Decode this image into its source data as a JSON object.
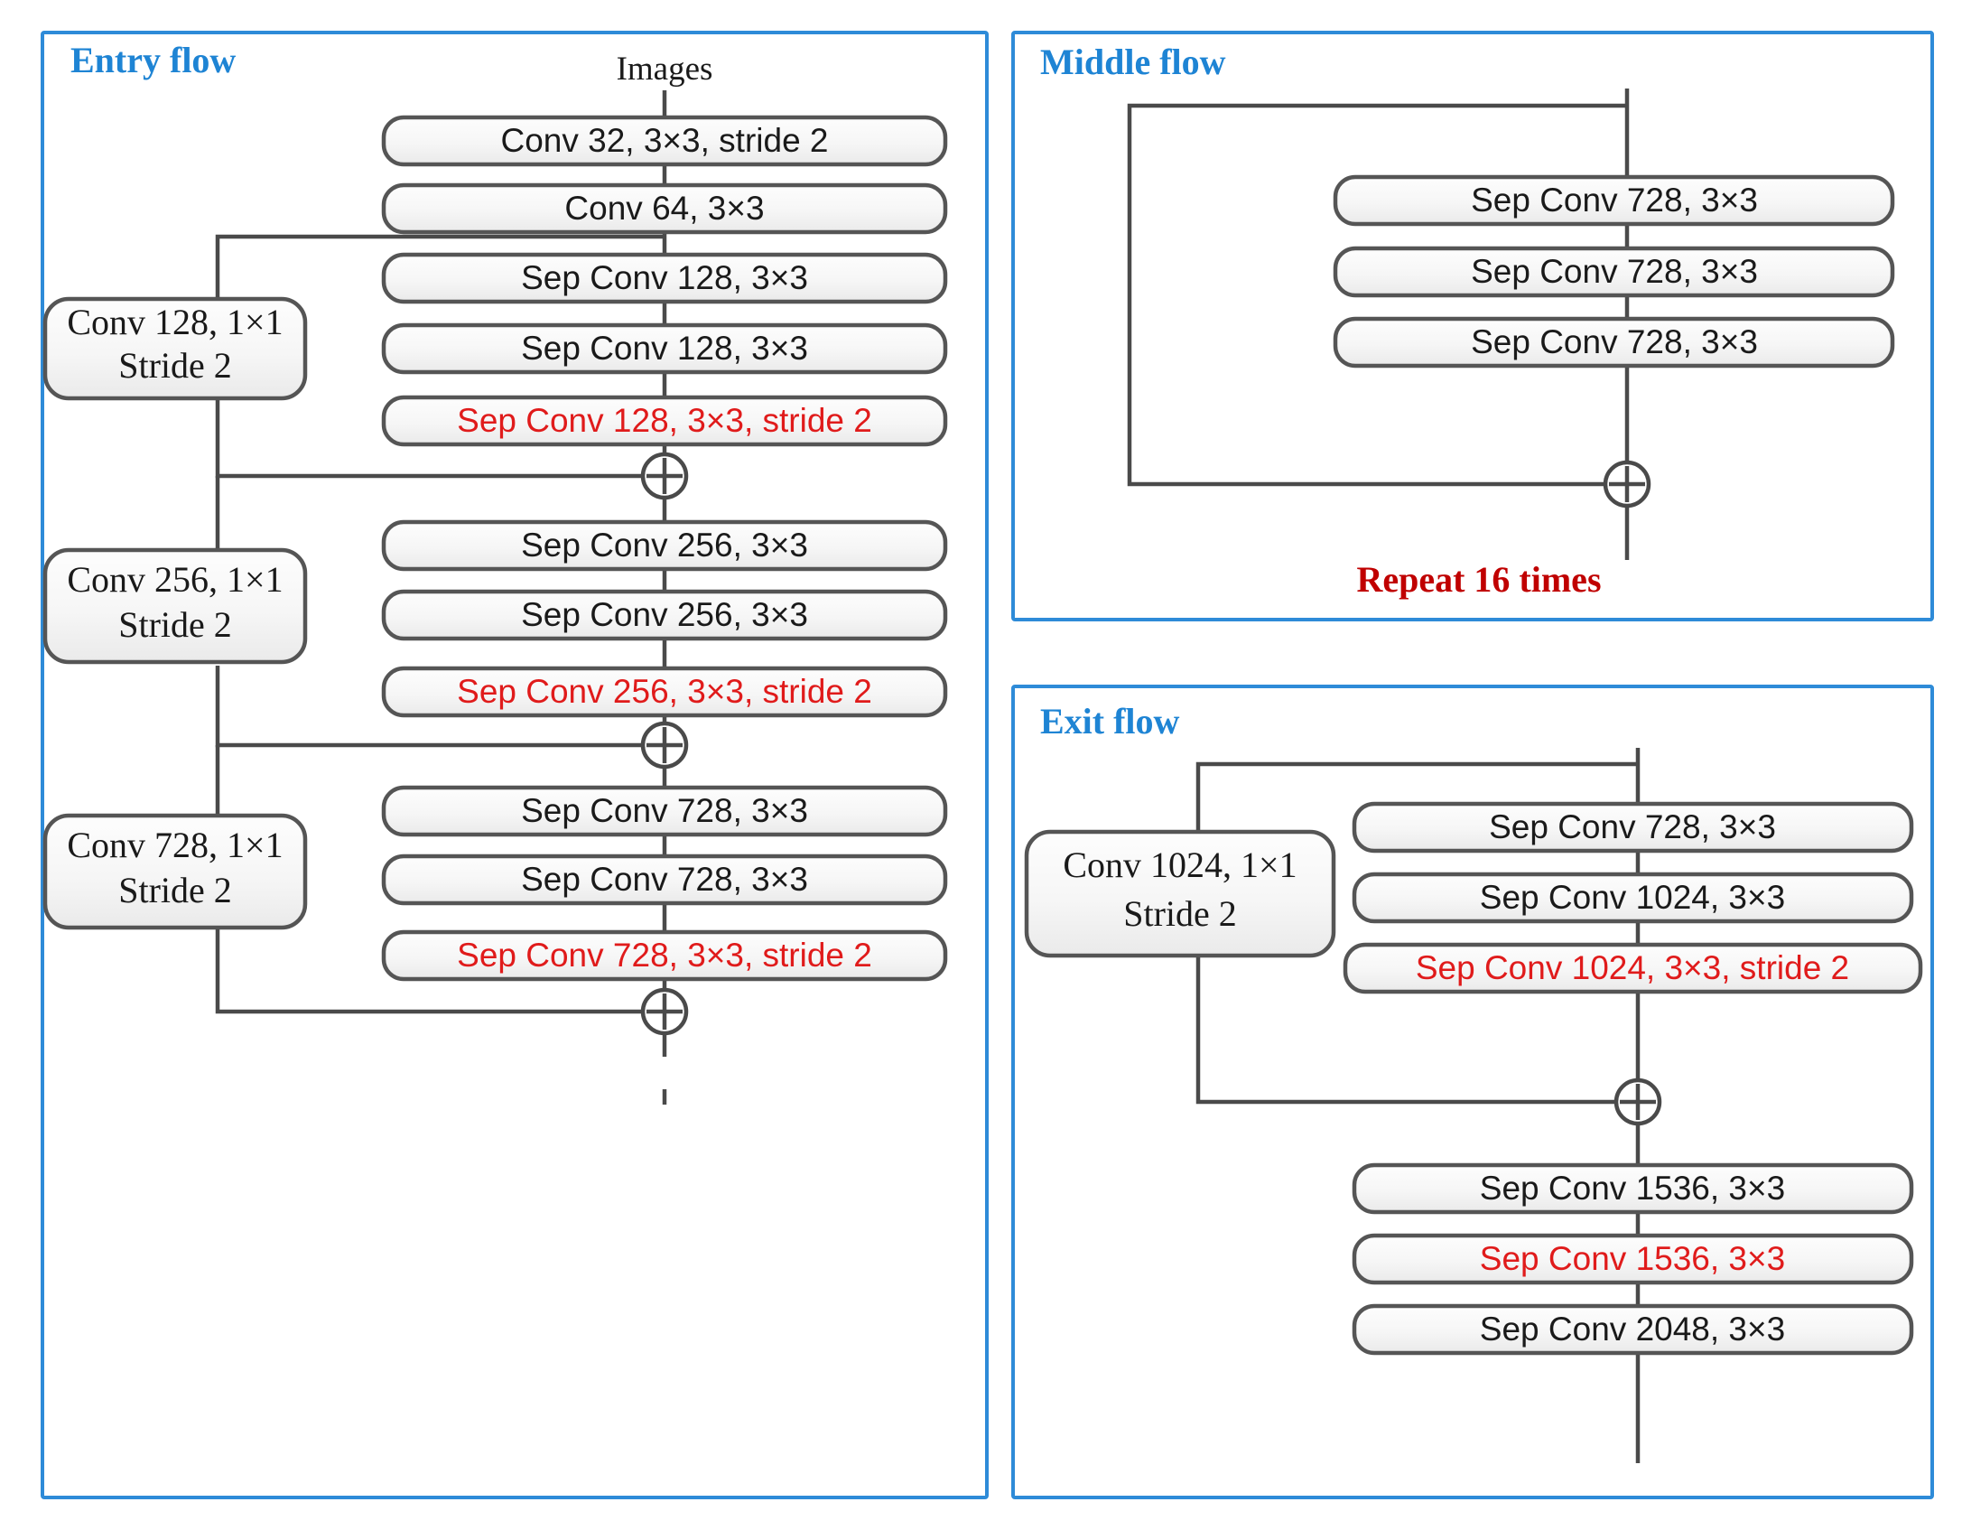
{
  "figure": {
    "kind": "neural-network-architecture-diagram",
    "name": "Xception architecture"
  },
  "colors": {
    "panel_border": "#2E8BD8",
    "panel_title": "#1E84D4",
    "box_border": "#555555",
    "box_fill_top": "#FDFDFD",
    "box_fill_bottom": "#EFEFEF",
    "text_black": "#1A1A1A",
    "text_red": "#E01B1B",
    "repeat_red": "#C00000",
    "wire": "#4A4A4A"
  },
  "entry_flow": {
    "title": "Entry flow",
    "input_label": "Images",
    "main_boxes": [
      {
        "id": "conv32",
        "label": "Conv 32, 3×3, stride 2",
        "color": "black"
      },
      {
        "id": "conv64",
        "label": "Conv 64, 3×3",
        "color": "black"
      },
      {
        "id": "sep128a",
        "label": "Sep Conv 128, 3×3",
        "color": "black"
      },
      {
        "id": "sep128b",
        "label": "Sep Conv 128, 3×3",
        "color": "black"
      },
      {
        "id": "sep128s2",
        "label": "Sep Conv 128, 3×3, stride 2",
        "color": "red"
      },
      {
        "id": "sep256a",
        "label": "Sep Conv 256, 3×3",
        "color": "black"
      },
      {
        "id": "sep256b",
        "label": "Sep Conv 256, 3×3",
        "color": "black"
      },
      {
        "id": "sep256s2",
        "label": "Sep Conv 256, 3×3, stride 2",
        "color": "red"
      },
      {
        "id": "sep728a",
        "label": "Sep Conv 728, 3×3",
        "color": "black"
      },
      {
        "id": "sep728b",
        "label": "Sep Conv 728, 3×3",
        "color": "black"
      },
      {
        "id": "sep728s2",
        "label": "Sep Conv 728, 3×3, stride 2",
        "color": "red"
      }
    ],
    "shortcut_boxes": [
      {
        "id": "short128",
        "line1": "Conv 128, 1×1",
        "line2": "Stride 2"
      },
      {
        "id": "short256",
        "line1": "Conv 256, 1×1",
        "line2": "Stride 2"
      },
      {
        "id": "short728",
        "line1": "Conv 728, 1×1",
        "line2": "Stride 2"
      }
    ],
    "add_nodes": [
      "add1",
      "add2",
      "add3"
    ],
    "add_symbol": "+"
  },
  "middle_flow": {
    "title": "Middle flow",
    "main_boxes": [
      {
        "id": "m1",
        "label": "Sep Conv 728, 3×3",
        "color": "black"
      },
      {
        "id": "m2",
        "label": "Sep Conv 728, 3×3",
        "color": "black"
      },
      {
        "id": "m3",
        "label": "Sep Conv 728, 3×3",
        "color": "black"
      }
    ],
    "add_nodes": [
      "madd1"
    ],
    "add_symbol": "+",
    "repeat_note": "Repeat 16 times"
  },
  "exit_flow": {
    "title": "Exit flow",
    "main_boxes": [
      {
        "id": "x1",
        "label": "Sep Conv 728, 3×3",
        "color": "black"
      },
      {
        "id": "x2",
        "label": "Sep Conv 1024, 3×3",
        "color": "black"
      },
      {
        "id": "x3",
        "label": "Sep Conv 1024, 3×3, stride 2",
        "color": "red"
      },
      {
        "id": "x4",
        "label": "Sep Conv 1536, 3×3",
        "color": "black"
      },
      {
        "id": "x5",
        "label": "Sep Conv 1536, 3×3",
        "color": "red"
      },
      {
        "id": "x6",
        "label": "Sep Conv 2048, 3×3",
        "color": "black"
      }
    ],
    "shortcut_boxes": [
      {
        "id": "xshort",
        "line1": "Conv 1024, 1×1",
        "line2": "Stride 2"
      }
    ],
    "add_nodes": [
      "xadd1"
    ],
    "add_symbol": "+"
  }
}
